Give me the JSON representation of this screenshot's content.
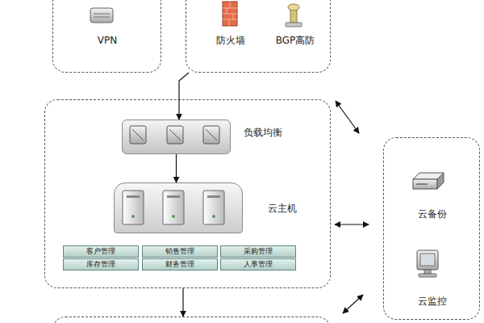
{
  "diagram": {
    "nodes": [
      {
        "text": [
          "VPN"
        ]
      },
      {
        "text": [
          "防火墙",
          "BGP高防"
        ]
      },
      {
        "text": []
      },
      {
        "text": [
          "负载均衡"
        ],
        "in": 2
      },
      {
        "text": [
          "云主机"
        ],
        "in": 2
      },
      {
        "text": [
          "客户管理"
        ],
        "in": 2
      },
      {
        "text": [
          "销售管理"
        ],
        "in": 2
      },
      {
        "text": [
          "采购管理"
        ],
        "in": 2
      },
      {
        "text": [
          "库存管理"
        ],
        "in": 2
      },
      {
        "text": [
          "财务管理"
        ],
        "in": 2
      },
      {
        "text": [
          "人事管理"
        ],
        "in": 2
      },
      {
        "text": [
          "云备份",
          "云监控"
        ]
      },
      {
        "text": []
      }
    ],
    "edges": [
      {
        "from": 1,
        "to": 3,
        "arrow": "to"
      },
      {
        "from": 3,
        "to": 4,
        "arrow": "to"
      },
      {
        "from": 2,
        "to": 12,
        "arrow": "to"
      },
      {
        "from": 1,
        "to": 11,
        "arrow": "both"
      },
      {
        "from": 2,
        "to": 11,
        "arrow": "both"
      },
      {
        "from": 12,
        "to": 11,
        "arrow": "both"
      }
    ]
  }
}
